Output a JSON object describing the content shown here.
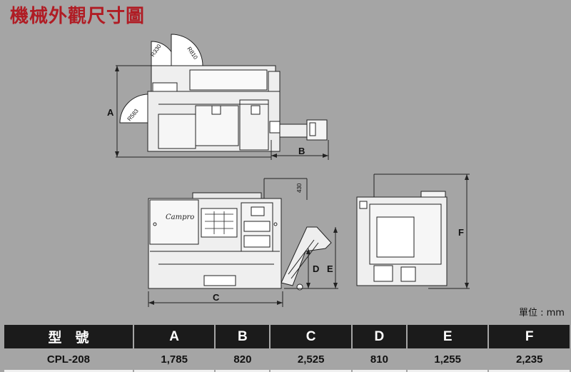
{
  "title": "機械外觀尺寸圖",
  "unit_label": "單位 : mm",
  "diagram": {
    "labels": {
      "a": "A",
      "b": "B",
      "c": "C",
      "d": "D",
      "e": "E",
      "f": "F"
    },
    "radii": {
      "r1": "R330",
      "r2": "R810",
      "r3": "R583"
    },
    "height_label": "430",
    "logo_text": "Campro"
  },
  "table": {
    "headers": [
      "型　號",
      "A",
      "B",
      "C",
      "D",
      "E",
      "F"
    ],
    "rows": [
      [
        "CPL-208",
        "1,785",
        "820",
        "2,525",
        "810",
        "1,255",
        "2,235"
      ]
    ]
  }
}
